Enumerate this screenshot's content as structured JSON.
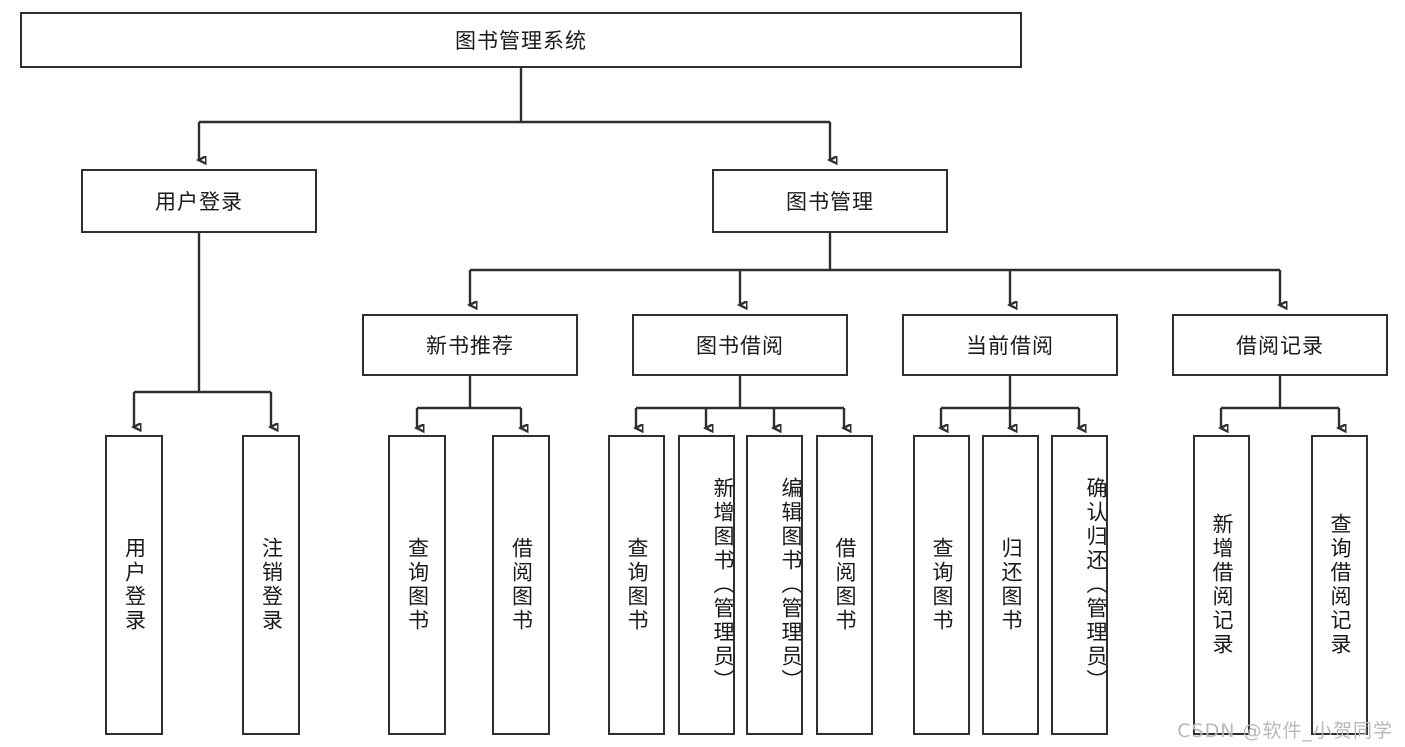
{
  "diagram": {
    "type": "tree",
    "title": "图书管理系统",
    "root": {
      "label": "图书管理系统"
    },
    "level2": [
      {
        "label": "用户登录"
      },
      {
        "label": "图书管理"
      }
    ],
    "level3": [
      {
        "label": "新书推荐"
      },
      {
        "label": "图书借阅"
      },
      {
        "label": "当前借阅"
      },
      {
        "label": "借阅记录"
      }
    ],
    "leaves": {
      "user_login": [
        {
          "label": "用户登录"
        },
        {
          "label": "注销登录"
        }
      ],
      "new_book_recommend": [
        {
          "label": "查询图书"
        },
        {
          "label": "借阅图书"
        }
      ],
      "book_borrow": [
        {
          "label": "查询图书"
        },
        {
          "label": "新增图书（管理员）"
        },
        {
          "label": "编辑图书（管理员）"
        },
        {
          "label": "借阅图书"
        }
      ],
      "current_borrow": [
        {
          "label": "查询图书"
        },
        {
          "label": "归还图书"
        },
        {
          "label": "确认归还（管理员）"
        }
      ],
      "borrow_record": [
        {
          "label": "新增借阅记录"
        },
        {
          "label": "查询借阅记录"
        }
      ]
    }
  },
  "watermark": {
    "text": "CSDN @软件_小贺同学"
  },
  "colors": {
    "stroke": "#2f2f2f",
    "text": "#1a1a1a",
    "background": "#ffffff",
    "watermark": "#b9b9b9"
  }
}
